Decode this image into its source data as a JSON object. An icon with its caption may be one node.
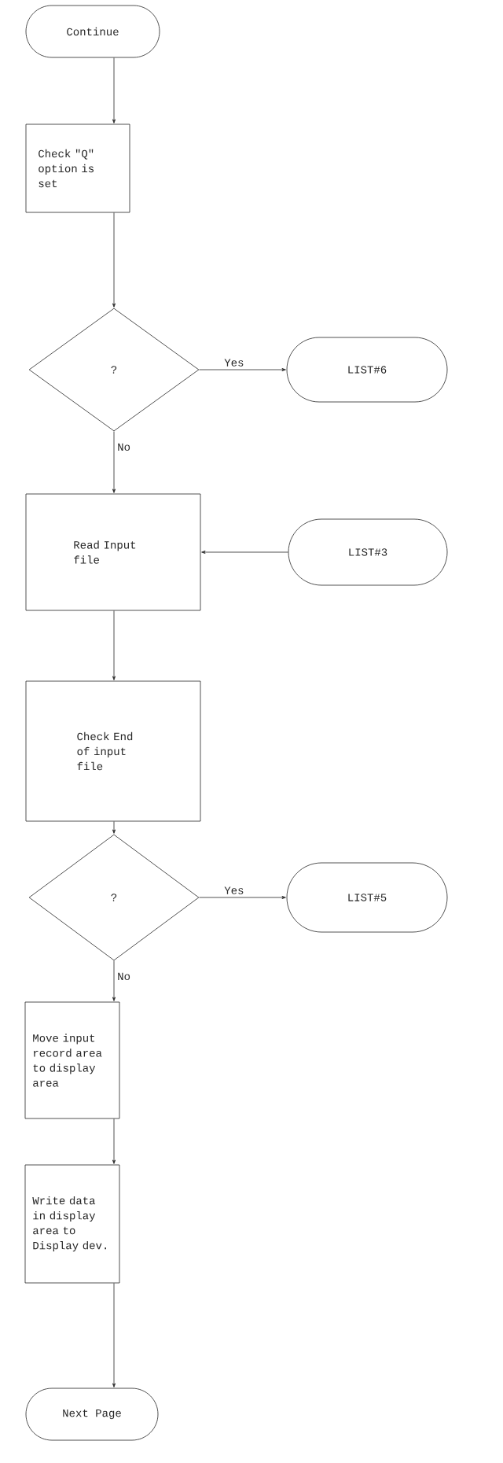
{
  "diagram": {
    "nodes": [
      {
        "text": [
          "Continue"
        ]
      },
      {
        "text": [
          "Check \"Q\" option is set"
        ]
      },
      {
        "text": [
          "?"
        ]
      },
      {
        "text": [
          "LIST#6"
        ]
      },
      {
        "text": [
          "Read Input file"
        ]
      },
      {
        "text": [
          "LIST#3"
        ]
      },
      {
        "text": [
          "Check End of input file"
        ]
      },
      {
        "text": [
          "?"
        ]
      },
      {
        "text": [
          "LIST#5"
        ]
      },
      {
        "text": [
          "Move input record area to display area"
        ]
      },
      {
        "text": [
          "Write data in display area to Display dev."
        ]
      },
      {
        "text": [
          "Next Page"
        ]
      }
    ],
    "edges": [
      {
        "from": 0,
        "to": 1,
        "arrow": "to"
      },
      {
        "from": 1,
        "to": 2,
        "arrow": "to"
      },
      {
        "from": 2,
        "to": 3,
        "arrow": "to",
        "label": "Yes"
      },
      {
        "from": 2,
        "to": 4,
        "arrow": "to",
        "label": "No"
      },
      {
        "from": 5,
        "to": 4,
        "arrow": "to"
      },
      {
        "from": 4,
        "to": 6,
        "arrow": "to"
      },
      {
        "from": 6,
        "to": 7,
        "arrow": "to"
      },
      {
        "from": 7,
        "to": 8,
        "arrow": "to",
        "label": "Yes"
      },
      {
        "from": 7,
        "to": 9,
        "arrow": "to",
        "label": "No"
      },
      {
        "from": 9,
        "to": 10,
        "arrow": "to"
      },
      {
        "from": 10,
        "to": 11,
        "arrow": "to"
      }
    ]
  }
}
